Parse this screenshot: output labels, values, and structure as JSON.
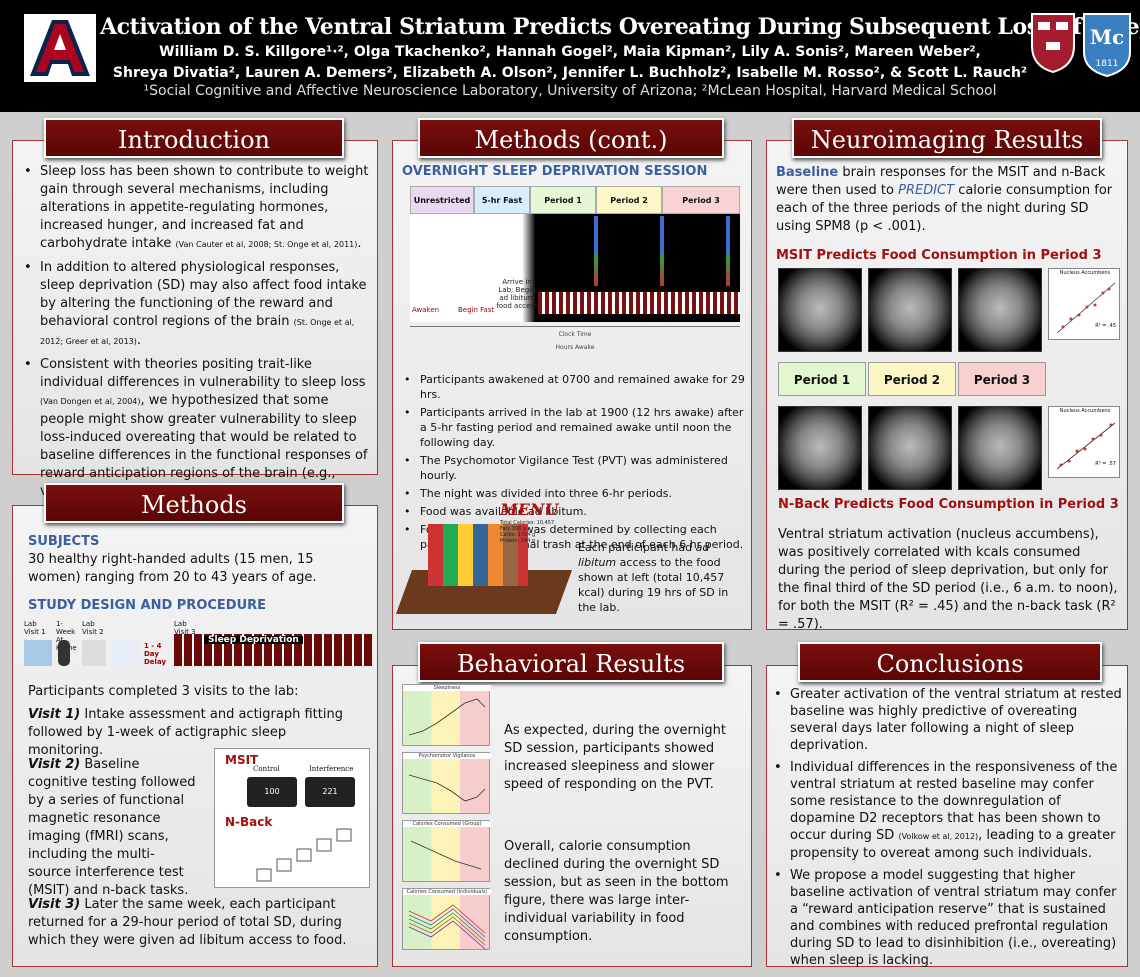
{
  "header": {
    "title": "Activation of the Ventral Striatum Predicts Overeating During Subsequent Loss of Sleep",
    "authors_line1": "William D. S. Killgore¹·², Olga Tkachenko², Hannah Gogel², Maia Kipman², Lily A. Sonis², Mareen Weber²,",
    "authors_line2": "Shreya Divatia², Lauren A. Demers², Elizabeth A. Olson², Jennifer L. Buchholz², Isabelle M. Rosso², & Scott L. Rauch²",
    "affiliation": "¹Social Cognitive and Affective Neuroscience Laboratory, University of Arizona; ²McLean Hospital, Harvard Medical School",
    "mclean_year": "1811"
  },
  "intro": {
    "title": "Introduction",
    "bullets": [
      {
        "text": "Sleep loss has been shown to contribute to weight gain through several mechanisms, including alterations in appetite-regulating hormones, increased hunger, and increased fat and carbohydrate intake",
        "cite": "(Van Cauter et al, 2008; St. Onge et al, 2011)",
        "end": "."
      },
      {
        "text": "In addition to altered physiological responses, sleep deprivation (SD) may also affect food intake by altering the functioning of the reward and behavioral control regions of the brain",
        "cite": "(St. Onge et al, 2012; Greer et al, 2013)",
        "end": "."
      },
      {
        "text": "Consistent with theories positing trait-like individual differences in vulnerability to sleep loss",
        "cite": "(Van Dongen et al, 2004)",
        "end": ", we hypothesized that some people might show greater vulnerability to sleep loss-induced overeating that would be related to baseline differences in the functional responses of reward anticipation regions of the brain (e.g., ventral striatum)."
      }
    ]
  },
  "methods": {
    "title": "Methods",
    "subjects_head": "SUBJECTS",
    "subjects_text": "30 healthy right-handed adults (15 men, 15 women) ranging from 20 to 43 years of age.",
    "design_head": "STUDY DESIGN AND PROCEDURE",
    "timeline_labels": [
      "Lab Visit 1",
      "1-Week At Home",
      "Lab Visit 2",
      "Lab Visit 3"
    ],
    "timeline_sd": "Sleep Deprivation",
    "timeline_delay": "1 - 4 Day Delay",
    "completed": "Participants completed 3 visits to the lab:",
    "visit1_label": "Visit 1)",
    "visit1": "Intake assessment and actigraph fitting followed by 1-week of actigraphic sleep monitoring.",
    "visit2_label": "Visit 2)",
    "visit2": "Baseline cognitive testing followed by a series of functional magnetic resonance imaging (fMRI) scans, including the multi-source interference test (MSIT) and n-back tasks.",
    "visit3_label": "Visit 3)",
    "visit3": "Later the same week, each participant returned for a 29-hour period of total SD, during which they were given ad libitum access to food.",
    "msit_label": "MSIT",
    "msit_control": "Control",
    "msit_interference": "Interference",
    "msit_num1": "100",
    "msit_num2": "221",
    "nback_label": "N-Back"
  },
  "methods_cont": {
    "title": "Methods (cont.)",
    "session_head": "OVERNIGHT SLEEP DEPRIVATION SESSION",
    "segments": [
      {
        "label": "Unrestricted",
        "color": "#e9d8f2"
      },
      {
        "label": "5-hr Fast",
        "color": "#d8ecfa"
      },
      {
        "label": "Period 1",
        "color": "#e5f7d4"
      },
      {
        "label": "Period 2",
        "color": "#fdf6c6"
      },
      {
        "label": "Period 3",
        "color": "#f9d3d3"
      }
    ],
    "annot_awaken": "Awaken",
    "annot_fast": "Begin Fast",
    "annot_arrive": "Arrive in Lab; Begin ad libitum food access",
    "xaxis_top": "Clock Time",
    "xaxis_bottom": "Hours Awake",
    "bullets": [
      "Participants awakened at 0700 and remained awake for 29 hrs.",
      "Participants arrived in the lab at 1900 (12 hrs awake) after a 5-hr fasting period and remained awake until noon the following day.",
      "The Psychomotor Vigilance Test (PVT) was administered hourly.",
      "The night was divided into three 6-hr periods.",
      "Food was available ad libitum.",
      "Food consumption was determined by collecting each participant's personal trash at the end of each 6 hr period."
    ],
    "menu_title": "MENU",
    "menu_lines": [
      "Total Calories: 10,457",
      "Fats 308 g",
      "Carbs: 1724 g",
      "Protein: 244 g"
    ],
    "food_caption_a": "Each participant had",
    "food_caption_em": "ad libitum",
    "food_caption_b": "access to the food shown at left (total 10,457 kcal) during 19 hrs of SD in the lab."
  },
  "behavioral": {
    "title": "Behavioral Results",
    "chart_titles": [
      "Sleepiness",
      "Psychomotor Vigilance",
      "Calories Consumed (Group)",
      "Calories Consumed (Individuals)"
    ],
    "text1": "As expected, during the overnight SD session, participants showed increased sleepiness and slower speed of responding on the PVT.",
    "text2": "Overall, calorie consumption declined during the overnight SD session, but as seen in the bottom figure, there was large inter-individual variability in food consumption."
  },
  "neuro": {
    "title": "Neuroimaging Results",
    "intro_a": "Baseline",
    "intro_b": " brain responses for the MSIT and n-Back were then used to ",
    "intro_c": "PREDICT",
    "intro_d": " calorie consumption for each of the three periods of the night during SD using SPM8 (p < .001).",
    "msit_head": "MSIT Predicts Food Consumption in Period 3",
    "scatter_title": "Nucleus Accumbens",
    "msit_r2": "R² = .45",
    "nback_r2": "R² = .57",
    "periods": [
      {
        "label": "Period 1",
        "color": "#e4f6d0"
      },
      {
        "label": "Period 2",
        "color": "#fcf6c4"
      },
      {
        "label": "Period 3",
        "color": "#f7d0d0"
      }
    ],
    "nback_head": "N-Back Predicts Food Consumption in Period 3",
    "summary": "Ventral striatum activation (nucleus accumbens), was positively correlated with kcals consumed during the period of sleep deprivation, but only for the final third of the SD period (i.e., 6 a.m. to noon), for both the MSIT (R² = .45) and the n-back task (R² = .57)."
  },
  "conclusions": {
    "title": "Conclusions",
    "b1": "Greater activation of the ventral striatum at rested baseline was highly predictive of overeating several days later following a night of sleep deprivation.",
    "b2a": "Individual differences in the responsiveness of the ventral striatum at rested baseline may confer some resistance to the downregulation of dopamine D2 receptors that has been shown to occur during SD",
    "b2cite": "(Volkow et al, 2012)",
    "b2b": ", leading to a greater propensity to overeat among such individuals.",
    "b3": "We propose a model suggesting that higher baseline activation of ventral striatum may confer a “reward anticipation reserve” that is sustained and combines with reduced prefrontal regulation during SD to lead to disinhibition (i.e., overeating) when sleep is lacking."
  }
}
